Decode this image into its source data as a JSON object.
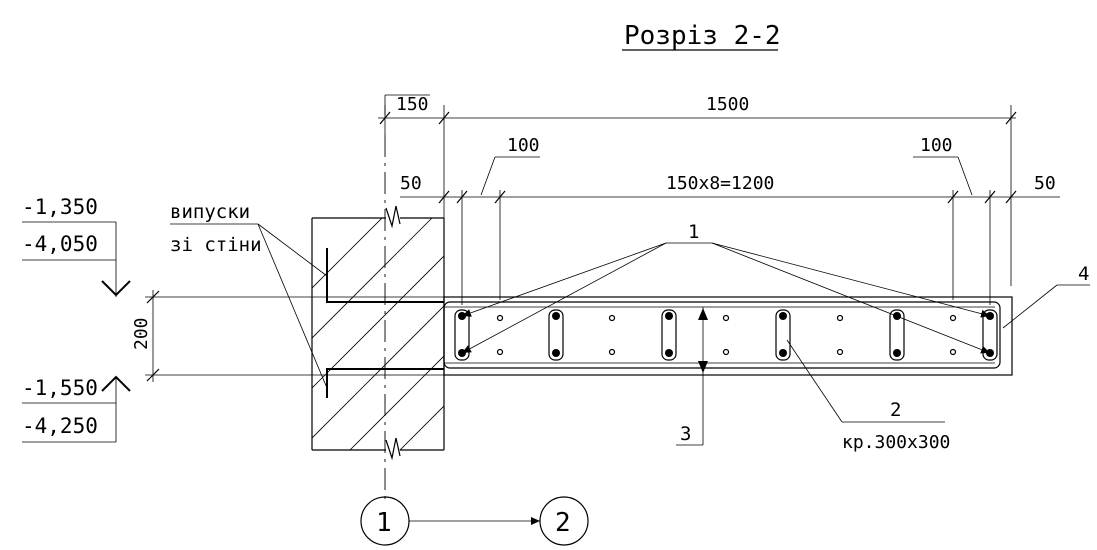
{
  "title": "Розріз 2-2",
  "dimensions": {
    "d150": "150",
    "d1500": "1500",
    "d100_left": "100",
    "d100_right": "100",
    "d50_left": "50",
    "d50_right": "50",
    "spacing": "150x8=1200",
    "height200": "200"
  },
  "elevations": {
    "top_1": "-1,350",
    "top_2": "-4,050",
    "bottom_1": "-1,550",
    "bottom_2": "-4,250"
  },
  "labels": {
    "wall_note_1": "випуски",
    "wall_note_2": "зі стіни",
    "pos1": "1",
    "pos2": "2",
    "pos2_note": "кр.300х300",
    "pos3": "3",
    "pos4": "4"
  },
  "axes": {
    "axis_1": "1",
    "axis_2": "2"
  }
}
